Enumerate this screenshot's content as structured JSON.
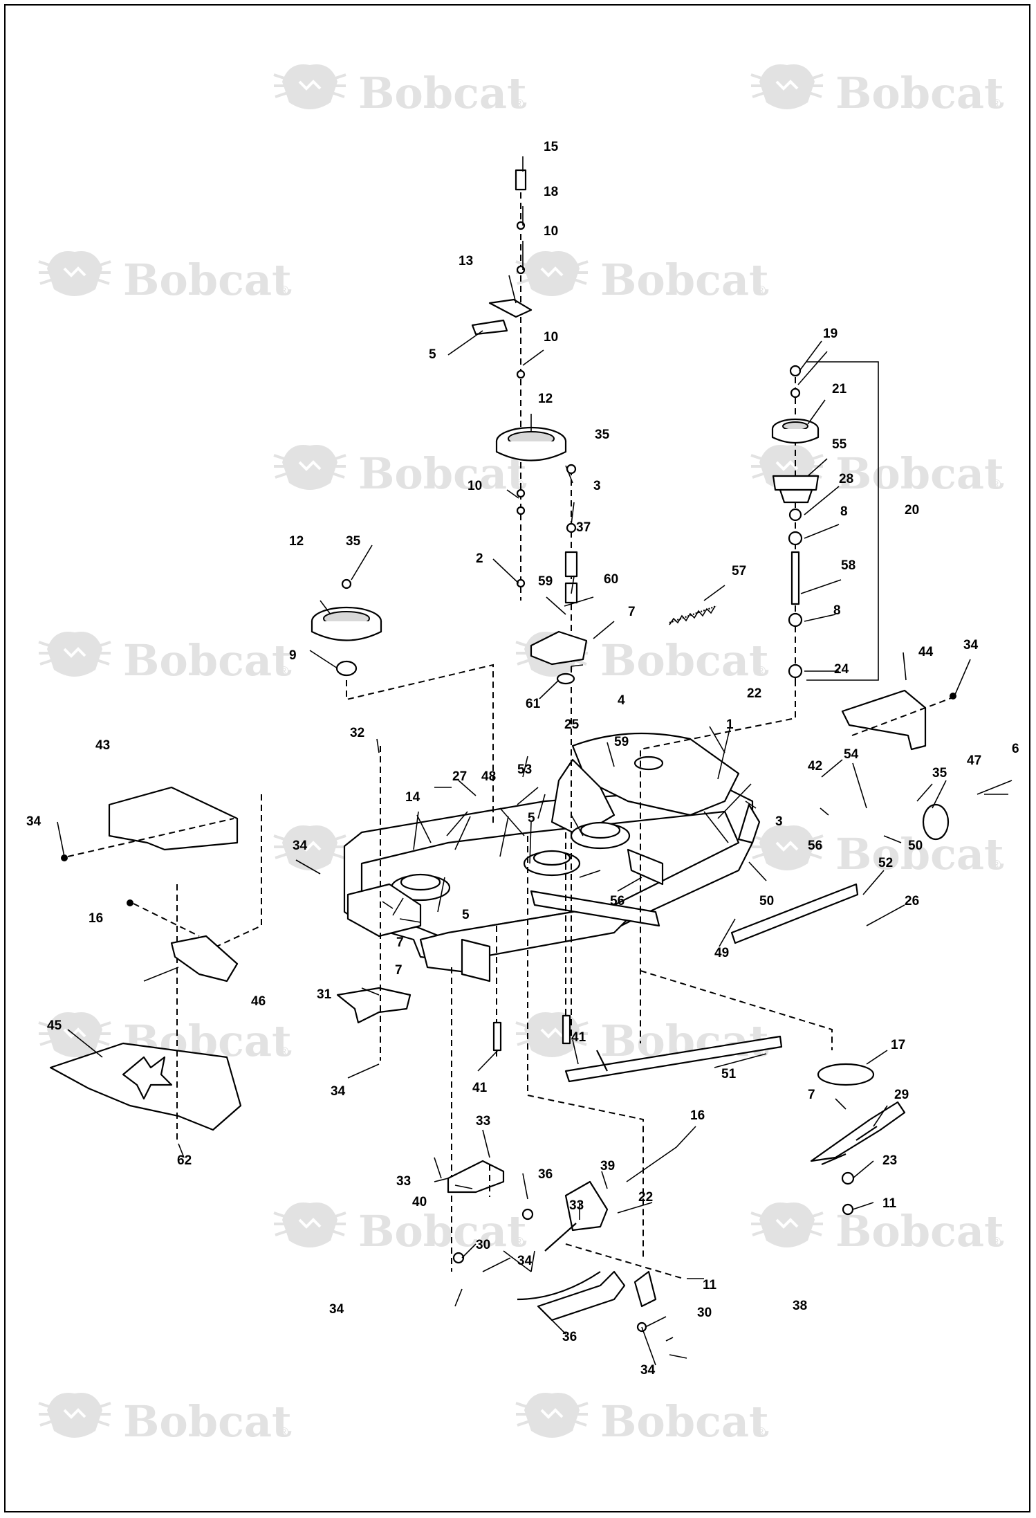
{
  "diagram": {
    "watermark_text": "Bobcat",
    "watermark_mark": "®",
    "callouts": [
      "15",
      "18",
      "10",
      "13",
      "5",
      "10",
      "12",
      "35",
      "10",
      "3",
      "37",
      "2",
      "59",
      "60",
      "7",
      "12",
      "35",
      "9",
      "61",
      "4",
      "25",
      "22",
      "19",
      "21",
      "55",
      "28",
      "8",
      "20",
      "58",
      "57",
      "8",
      "24",
      "44",
      "34",
      "32",
      "27",
      "48",
      "53",
      "14",
      "59",
      "5",
      "42",
      "54",
      "35",
      "47",
      "6",
      "1",
      "43",
      "34",
      "3",
      "56",
      "50",
      "34",
      "52",
      "26",
      "16",
      "7",
      "56",
      "5",
      "50",
      "49",
      "7",
      "46",
      "31",
      "45",
      "34",
      "41",
      "41",
      "51",
      "17",
      "7",
      "29",
      "62",
      "16",
      "33",
      "33",
      "40",
      "36",
      "34",
      "33",
      "39",
      "22",
      "23",
      "11",
      "30",
      "34",
      "11",
      "38",
      "36",
      "30",
      "34"
    ],
    "colors": {
      "line": "#000000",
      "watermark": "#e2e2e2"
    },
    "logo_icon": "bobcat-head-icon"
  }
}
